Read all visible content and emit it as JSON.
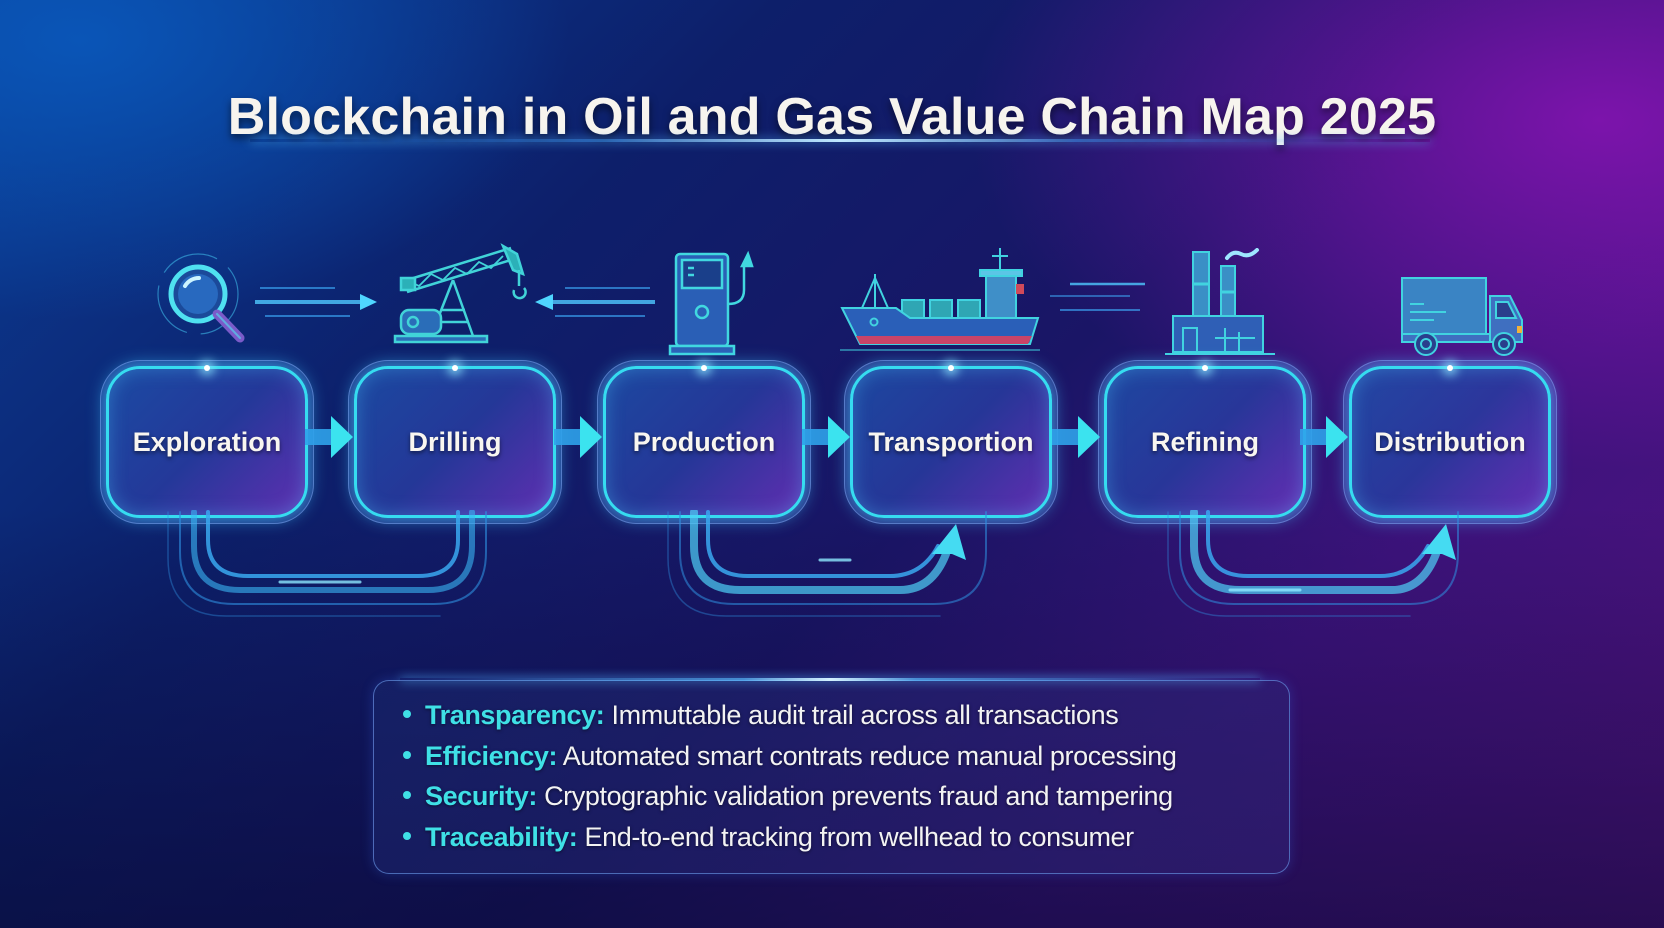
{
  "title": "Blockchain in Oil and Gas Value Chain Map 2025",
  "colors": {
    "background_left": "#0a3f97",
    "background_right": "#54127f",
    "accent_cyan": "#36dcf0",
    "benefit_key": "#3fe0e6",
    "text": "#f8f6f0"
  },
  "stages": [
    {
      "label": "Exploration",
      "icon": "magnifying-glass-icon"
    },
    {
      "label": "Drilling",
      "icon": "pumpjack-crane-icon"
    },
    {
      "label": "Production",
      "icon": "fuel-pump-icon"
    },
    {
      "label": "Transportion",
      "icon": "cargo-ship-icon"
    },
    {
      "label": "Refining",
      "icon": "refinery-factory-icon"
    },
    {
      "label": "Distribution",
      "icon": "delivery-truck-icon"
    }
  ],
  "connectors": [
    {
      "from": "Exploration",
      "to": "Drilling",
      "type": "arrow-right"
    },
    {
      "from": "Drilling",
      "to": "Production",
      "type": "arrow-right"
    },
    {
      "from": "Production",
      "to": "Transportion",
      "type": "arrow-right"
    },
    {
      "from": "Transportion",
      "to": "Refining",
      "type": "arrow-right"
    },
    {
      "from": "Refining",
      "to": "Distribution",
      "type": "arrow-right"
    }
  ],
  "loops": [
    {
      "from": "Exploration",
      "to": "Drilling",
      "type": "loop-back"
    },
    {
      "from": "Production",
      "to": "Transportion",
      "type": "loop-arrow"
    },
    {
      "from": "Refining",
      "to": "Distribution",
      "type": "loop-arrow"
    }
  ],
  "benefits": [
    {
      "key": "Transparency:",
      "text": "Immuttable audit trail across all transactions"
    },
    {
      "key": "Efficiency:",
      "text": "Automated smart contrats reduce manual processing"
    },
    {
      "key": "Security:",
      "text": "Cryptographic validation prevents fraud and tampering"
    },
    {
      "key": "Traceability:",
      "text": "End-to-end tracking from wellhead to consumer"
    }
  ]
}
